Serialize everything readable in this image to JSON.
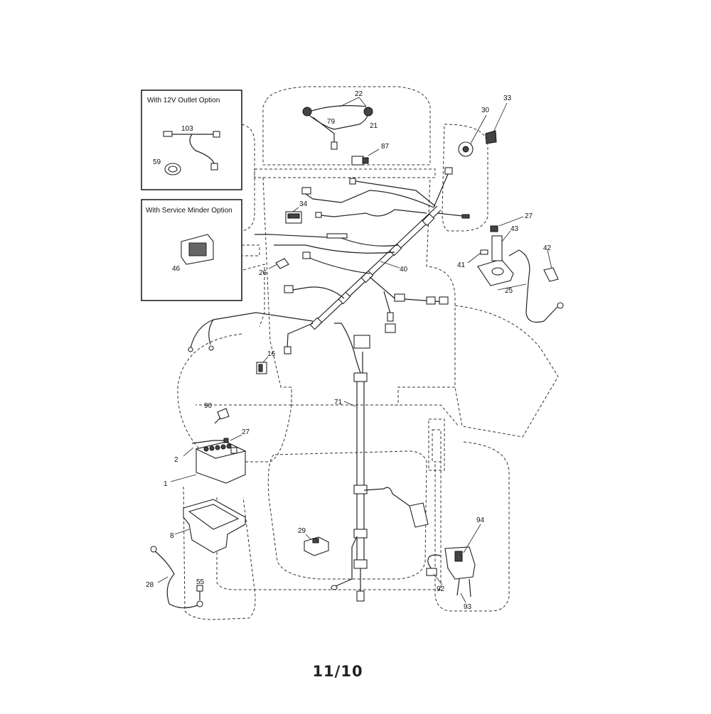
{
  "page_label": "11/10",
  "option_boxes": [
    {
      "title": "With 12V Outlet Option",
      "callouts": [
        "103",
        "59"
      ]
    },
    {
      "title": "With Service Minder Option",
      "callouts": [
        "46"
      ]
    }
  ],
  "callouts": {
    "c22": "22",
    "c79": "79",
    "c21": "21",
    "c87": "87",
    "c30": "30",
    "c33": "33",
    "c34": "34",
    "c27a": "27",
    "c43": "43",
    "c42": "42",
    "c41": "41",
    "c25": "25",
    "c26": "26",
    "c40": "40",
    "c16": "16",
    "c90": "90",
    "c27b": "27",
    "c2": "2",
    "c1": "1",
    "c71": "71",
    "c8": "8",
    "c29": "29",
    "c94": "94",
    "c92": "92",
    "c93": "93",
    "c28": "28",
    "c55": "55",
    "c103": "103",
    "c59": "59",
    "c46": "46"
  }
}
